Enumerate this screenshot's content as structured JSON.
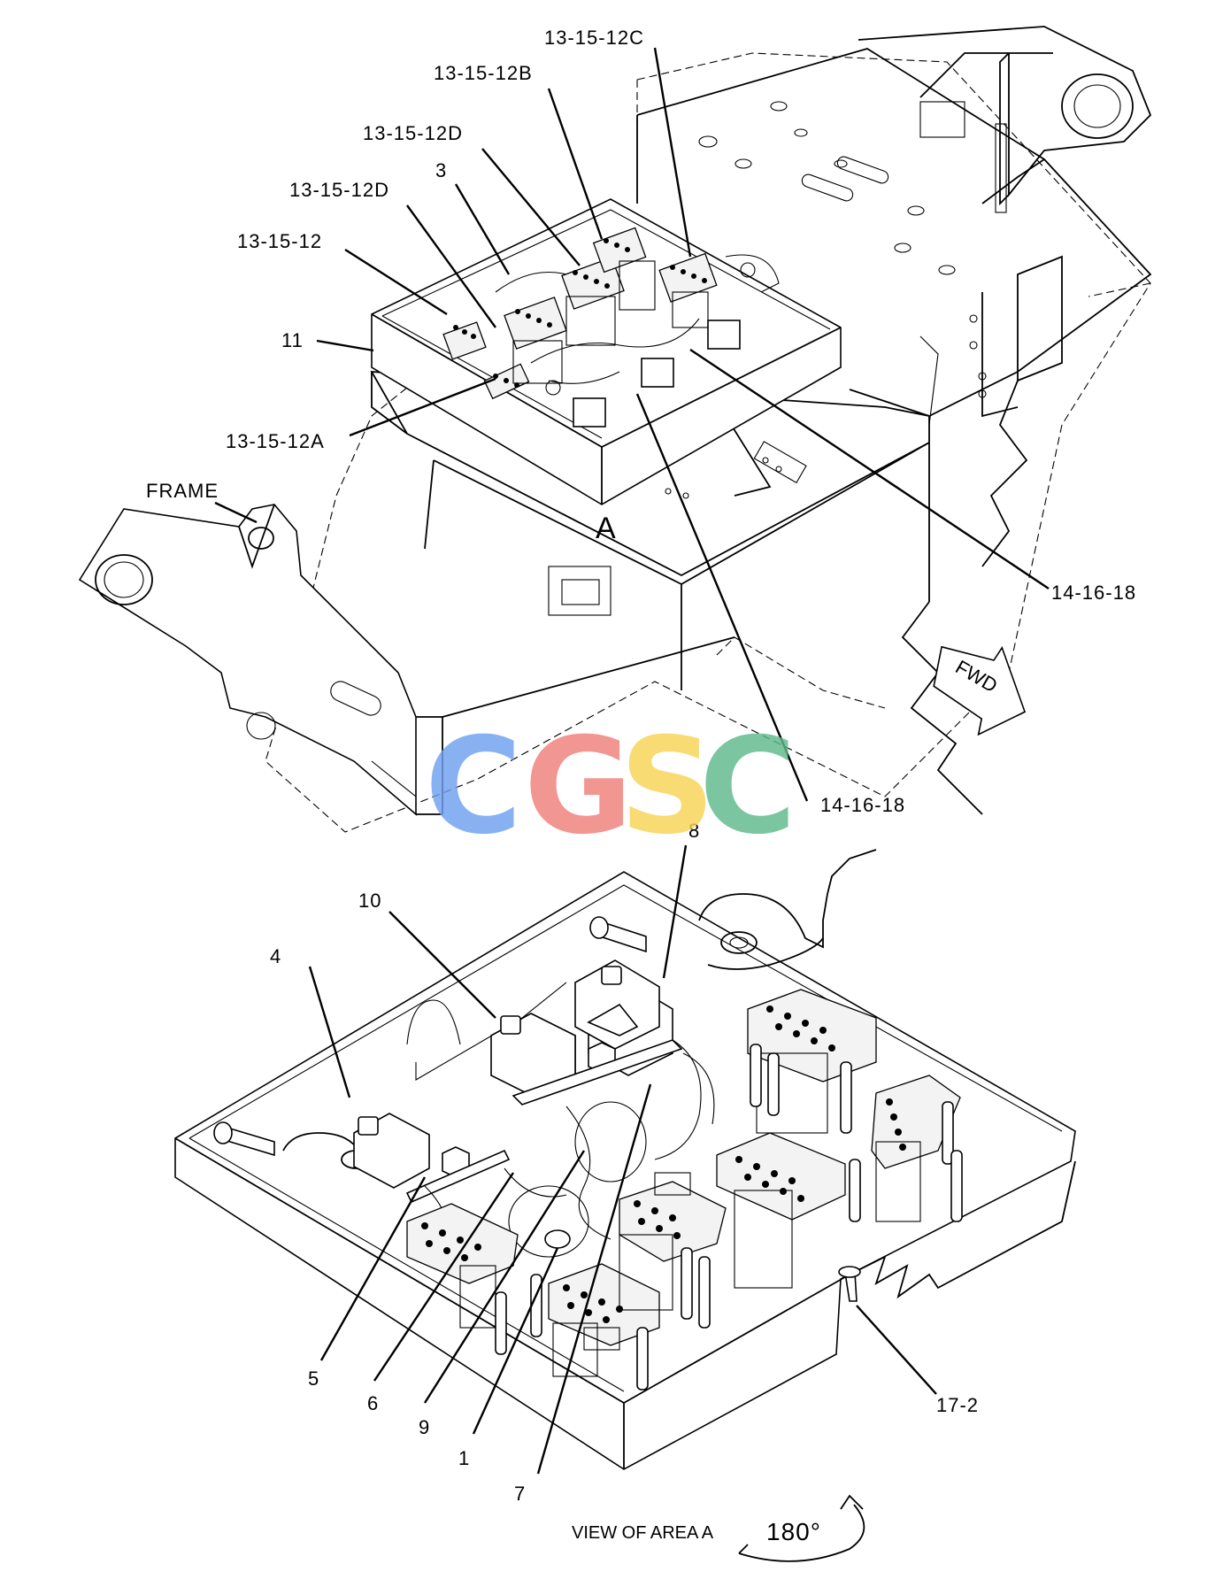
{
  "callouts": {
    "c1": "13-15-12C",
    "c2": "13-15-12B",
    "c3": "13-15-12D",
    "c4": "3",
    "c5": "13-15-12D",
    "c6": "13-15-12",
    "c7": "11",
    "c8": "13-15-12A",
    "c9": "FRAME",
    "c10": "A",
    "c11": "14-16-18",
    "c12": "14-16-18",
    "c13": "8",
    "c14": "10",
    "c15": "4",
    "c16": "5",
    "c17": "6",
    "c18": "9",
    "c19": "1",
    "c20": "7",
    "c21": "17-2"
  },
  "direction_arrow": {
    "label": "FWD"
  },
  "view_caption": {
    "text": "VIEW OF AREA A",
    "rotation": "180°"
  },
  "watermark": {
    "letters": [
      "C",
      "G",
      "S",
      "C"
    ],
    "colors": [
      "#6fa0f0",
      "#f0807a",
      "#f7d455",
      "#5fb98c"
    ]
  }
}
